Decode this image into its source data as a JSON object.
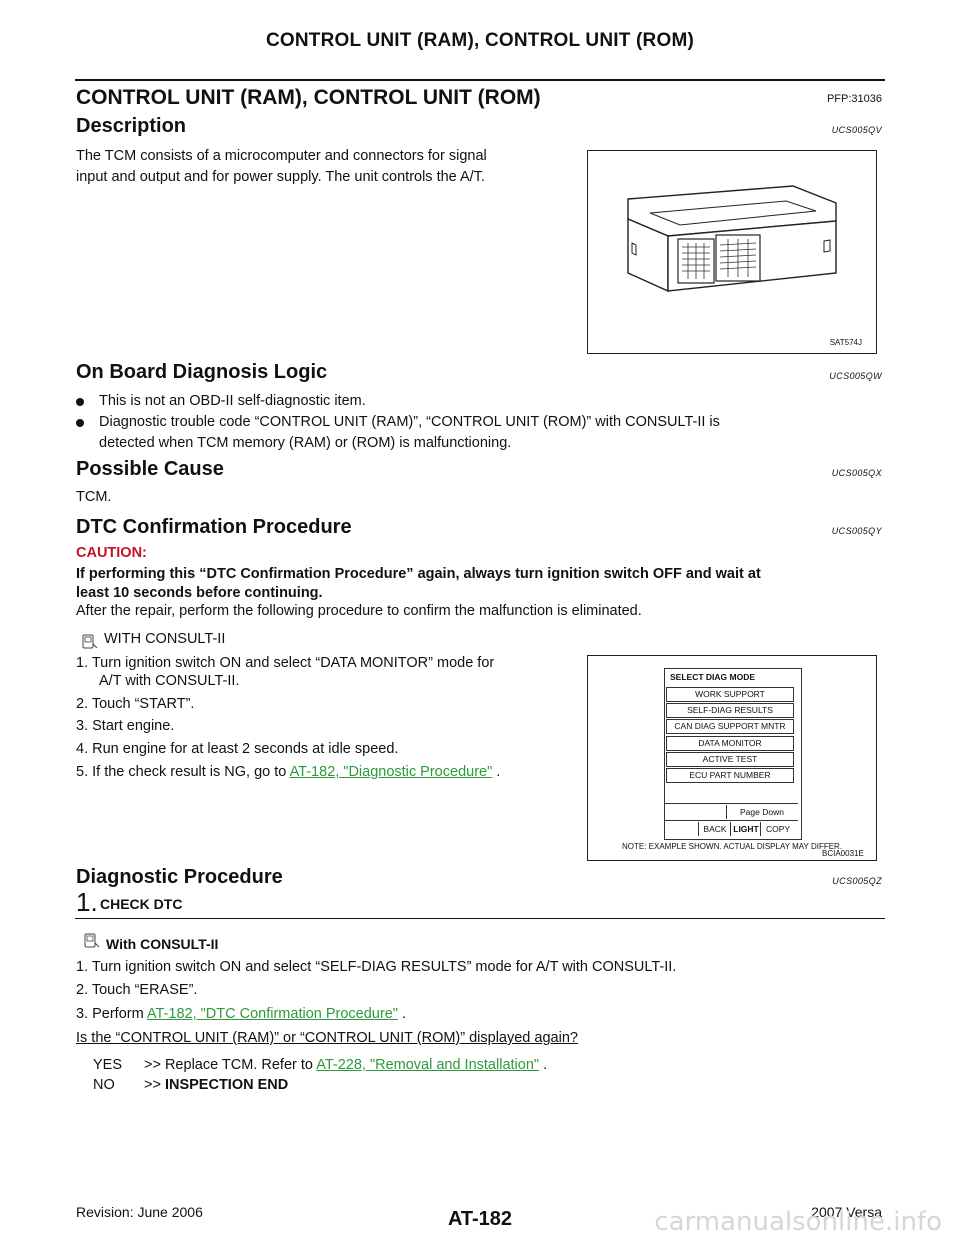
{
  "header": {
    "title": "CONTROL UNIT (RAM), CONTROL UNIT (ROM)"
  },
  "main_title": "CONTROL UNIT (RAM), CONTROL UNIT (ROM)",
  "pfp": "PFP:31036",
  "description": {
    "heading": "Description",
    "code": "UCS005QV",
    "text_line1": "The TCM consists of a microcomputer and connectors for signal",
    "text_line2": "input and output and for power supply. The unit controls the A/T.",
    "figure_id": "SAT574J"
  },
  "obd": {
    "heading": "On Board Diagnosis Logic",
    "code": "UCS005QW",
    "bullet1": "This is not an OBD-II self-diagnostic item.",
    "bullet2_line1": "Diagnostic trouble code “CONTROL UNIT (RAM)”, “CONTROL UNIT (ROM)” with CONSULT-II is",
    "bullet2_line2": "detected when TCM memory (RAM) or (ROM) is malfunctioning."
  },
  "cause": {
    "heading": "Possible Cause",
    "code": "UCS005QX",
    "text": "TCM."
  },
  "dtc": {
    "heading": "DTC Confirmation Procedure",
    "code": "UCS005QY",
    "caution_label": "CAUTION:",
    "caution_line1": "If performing this “DTC Confirmation Procedure” again, always turn ignition switch OFF and wait at",
    "caution_line2": "least 10 seconds before continuing.",
    "after": "After the repair, perform the following procedure to confirm the malfunction is eliminated.",
    "with_consult": "WITH CONSULT-II",
    "step1_line1": "1.  Turn ignition switch ON and select “DATA MONITOR” mode for",
    "step1_line2": "A/T with CONSULT-II.",
    "step2": "2.  Touch “START”.",
    "step3": "3.  Start engine.",
    "step4": "4.  Run engine for at least 2 seconds at idle speed.",
    "step5_prefix": "5.  If the check result is NG, go to",
    "step5_link": "AT-182, \"Diagnostic Procedure\"",
    "step5_suffix": ".",
    "figure": {
      "menu": [
        "SELECT DIAG MODE",
        "WORK SUPPORT",
        "SELF-DIAG RESULTS",
        "CAN DIAG SUPPORT MNTR",
        "DATA MONITOR",
        "ACTIVE TEST",
        "ECU PART NUMBER"
      ],
      "page_down": "Page Down",
      "back": "BACK",
      "light": "LIGHT",
      "copy": "COPY",
      "note": "NOTE: EXAMPLE SHOWN. ACTUAL DISPLAY MAY DIFFER.",
      "figure_id": "BCIA0031E"
    }
  },
  "diag": {
    "heading": "Diagnostic Procedure",
    "code": "UCS005QZ",
    "step_number": "1.",
    "step_title": "CHECK DTC",
    "with_consult": "With CONSULT-II",
    "s1": "1.  Turn ignition switch ON and select “SELF-DIAG RESULTS” mode for A/T with CONSULT-II.",
    "s2": "2.  Touch “ERASE”.",
    "s3_prefix": "3.  Perform",
    "s3_link": "AT-182, \"DTC Confirmation Procedure\"",
    "s3_suffix": ".",
    "question": "Is the “CONTROL UNIT (RAM)” or “CONTROL UNIT (ROM)” displayed again?",
    "yes_label": "YES",
    "yes_prefix": ">> Replace TCM. Refer to",
    "yes_link": "AT-228, \"Removal and Installation\"",
    "yes_suffix": ".",
    "no_label": "NO",
    "no_prefix": ">>",
    "no_text": "INSPECTION END"
  },
  "footer": {
    "revision": "Revision: June 2006",
    "page": "AT-182",
    "model": "2007 Versa",
    "watermark": "carmanualsonline.info"
  }
}
